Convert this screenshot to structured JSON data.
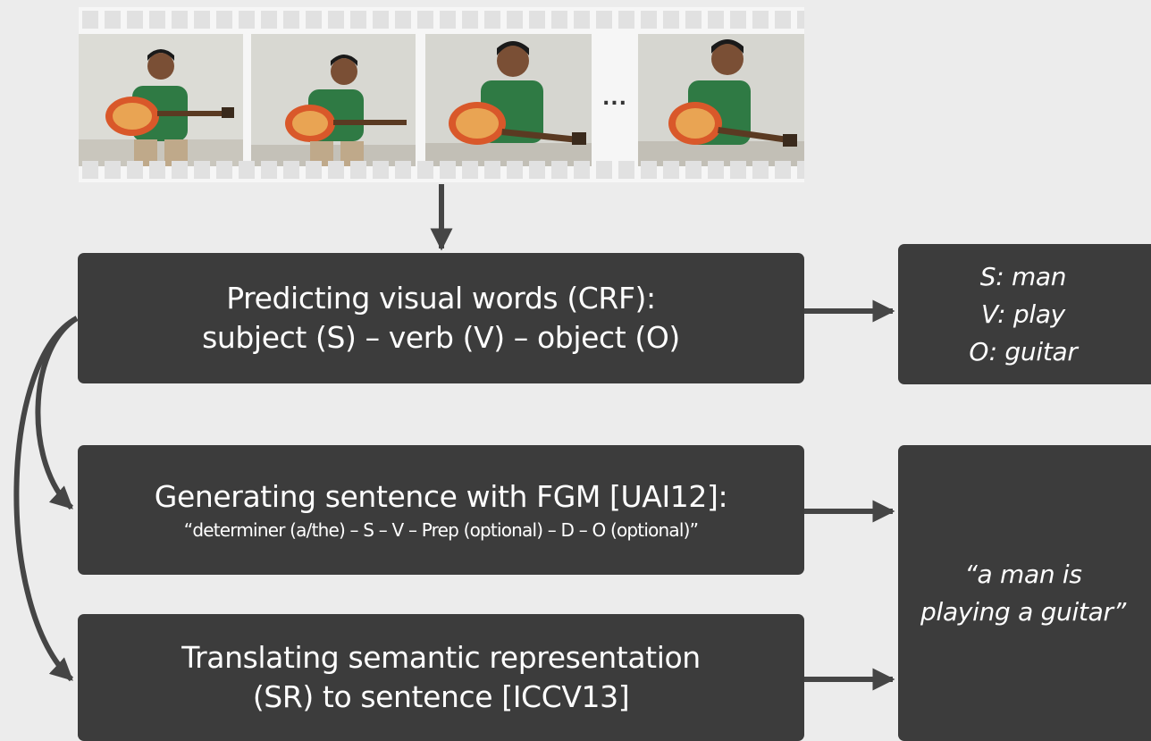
{
  "film_strip": {
    "frames": [
      "video-frame-1",
      "video-frame-2",
      "video-frame-3",
      "video-frame-4"
    ],
    "ellipsis": "..."
  },
  "steps": {
    "crf": {
      "line1": "Predicting visual words (CRF):",
      "line2": "subject (S) – verb (V) – object (O)"
    },
    "fgm": {
      "line1": "Generating sentence with FGM [UAI12]:",
      "line2": "“determiner (a/the) – S – V – Prep (optional) – D – O (optional)”"
    },
    "sr": {
      "line1": "Translating semantic representation",
      "line2": "(SR) to sentence [ICCV13]"
    }
  },
  "outputs": {
    "svo": {
      "subject": "S: man",
      "verb": "V: play",
      "object": "O: guitar"
    },
    "sentence": {
      "line1": "“a man is",
      "line2": "playing a guitar”"
    }
  },
  "colors": {
    "box": "#3c3c3c",
    "arrow": "#454545",
    "background": "#ececec",
    "text": "#ffffff"
  }
}
